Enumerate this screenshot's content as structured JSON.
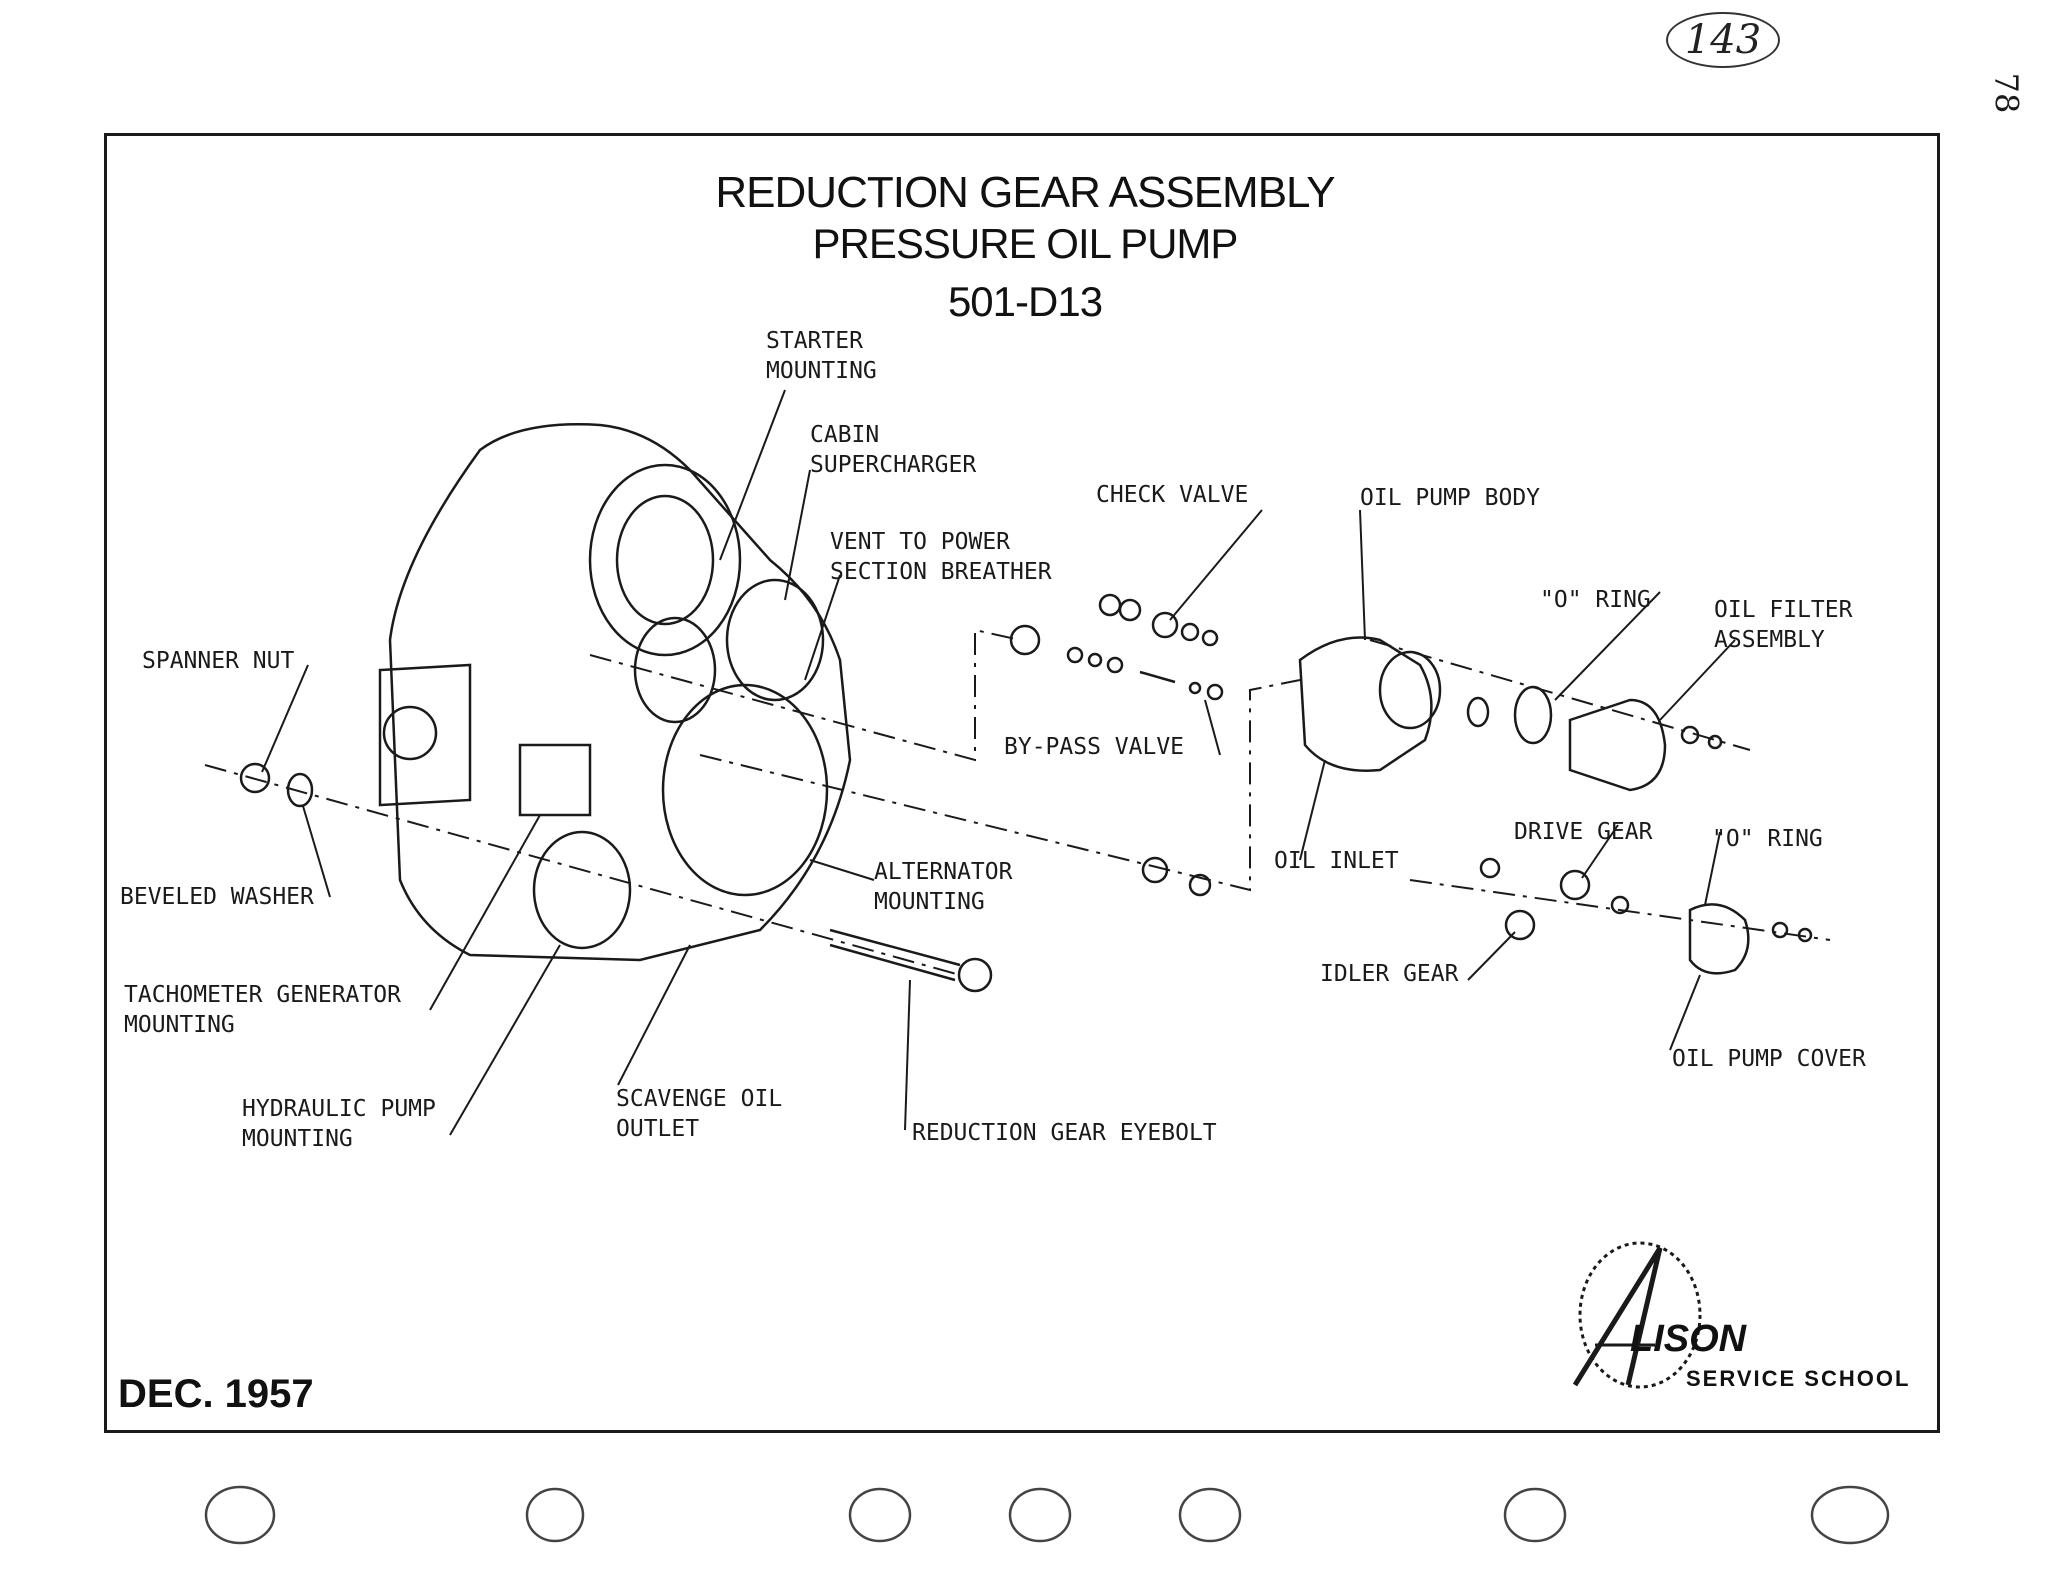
{
  "sheet": {
    "page_number_circled": "143",
    "side_number": "78",
    "date": "DEC. 1957"
  },
  "title": {
    "line1": "REDUCTION GEAR ASSEMBLY",
    "line2": "PRESSURE OIL PUMP",
    "line3": "501-D13"
  },
  "labels": {
    "starter_mounting": "STARTER\nMOUNTING",
    "cabin_supercharger": "CABIN\nSUPERCHARGER",
    "check_valve": "CHECK VALVE",
    "oil_pump_body": "OIL PUMP BODY",
    "vent_breather": "VENT TO POWER\nSECTION BREATHER",
    "o_ring_top": "\"O\" RING",
    "oil_filter_assembly": "OIL FILTER\nASSEMBLY",
    "spanner_nut": "SPANNER NUT",
    "by_pass_valve": "BY-PASS VALVE",
    "drive_gear": "DRIVE GEAR",
    "o_ring_right": "\"O\" RING",
    "oil_inlet": "OIL INLET",
    "alternator_mounting": "ALTERNATOR\nMOUNTING",
    "beveled_washer": "BEVELED WASHER",
    "idler_gear": "IDLER GEAR",
    "tachometer_generator": "TACHOMETER GENERATOR\nMOUNTING",
    "oil_pump_cover": "OIL PUMP COVER",
    "hydraulic_pump": "HYDRAULIC PUMP\nMOUNTING",
    "scavenge_oil_outlet": "SCAVENGE OIL\nOUTLET",
    "reduction_gear_eyebolt": "REDUCTION GEAR EYEBOLT"
  },
  "logo": {
    "brand": "LISON",
    "subtitle": "SERVICE SCHOOL"
  },
  "colors": {
    "ink": "#1a1a1a",
    "paper": "#ffffff"
  }
}
